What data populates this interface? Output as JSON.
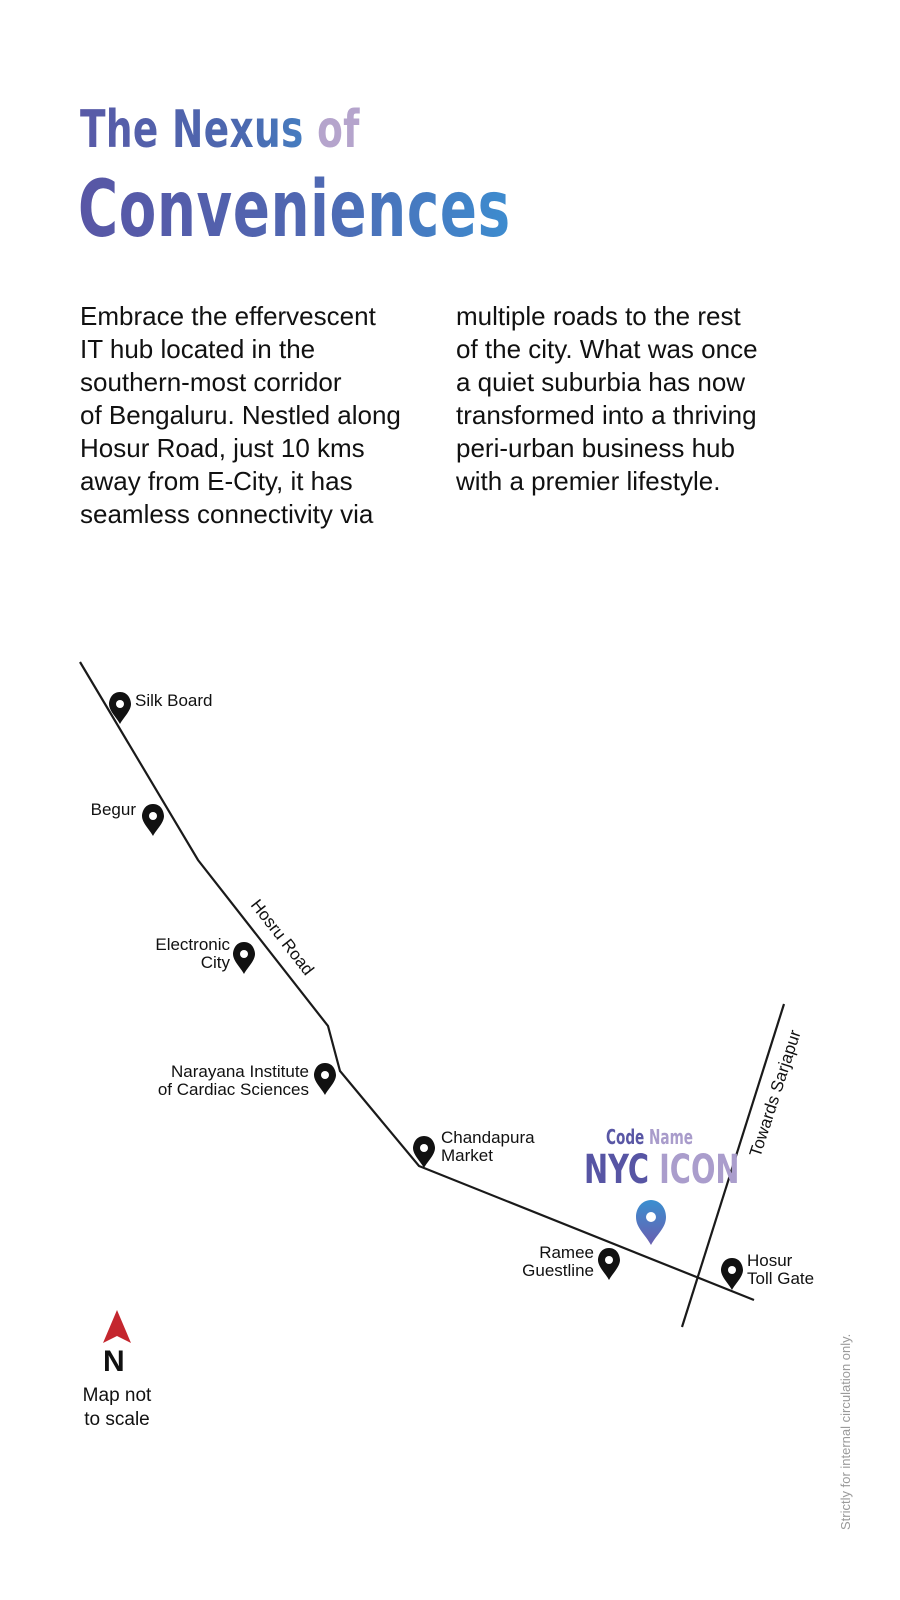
{
  "heading": {
    "line1_a": "The Nexus ",
    "line1_b": "of",
    "line2": "Conveniences"
  },
  "intro": {
    "column1": "Embrace the effervescent\nIT hub located in the\nsouthern-most corridor\nof Bengaluru. Nestled along\nHosur Road, just 10 kms\naway from E-City, it has\nseamless connectivity via",
    "column2": "multiple roads to the rest\nof the city. What was once\na quiet suburbia has now\ntransformed into a thriving\nperi-urban business hub\nwith a premier lifestyle."
  },
  "map": {
    "roads": [
      {
        "name": "Hosru Road"
      },
      {
        "name": "Towards Sarjapur"
      }
    ],
    "landmarks": [
      {
        "id": "silk-board",
        "lines": [
          "Silk Board"
        ]
      },
      {
        "id": "begur",
        "lines": [
          "Begur"
        ]
      },
      {
        "id": "electronic-city",
        "lines": [
          "Electronic",
          "City"
        ]
      },
      {
        "id": "narayana",
        "lines": [
          "Narayana Institute",
          "of Cardiac Sciences"
        ]
      },
      {
        "id": "chandapura",
        "lines": [
          "Chandapura",
          "Market"
        ]
      },
      {
        "id": "ramee",
        "lines": [
          "Ramee",
          "Guestline"
        ]
      },
      {
        "id": "hosur-toll",
        "lines": [
          "Hosur",
          "Toll Gate"
        ]
      }
    ],
    "project": {
      "code_label_a": "Code ",
      "code_label_b": "Name",
      "name_a": "NYC ",
      "name_b": "ICON"
    },
    "compass": {
      "letter": "N"
    },
    "scale_note": "Map not\nto scale"
  },
  "disclaimer": "Strictly for internal circulation only.",
  "colors": {
    "title_purple": "#5957a5",
    "title_blue": "#3d8ccf",
    "title_lilac": "#b5a4cc",
    "compass_red": "#c4262e",
    "project_pin_blue": "#3a8fd0"
  }
}
